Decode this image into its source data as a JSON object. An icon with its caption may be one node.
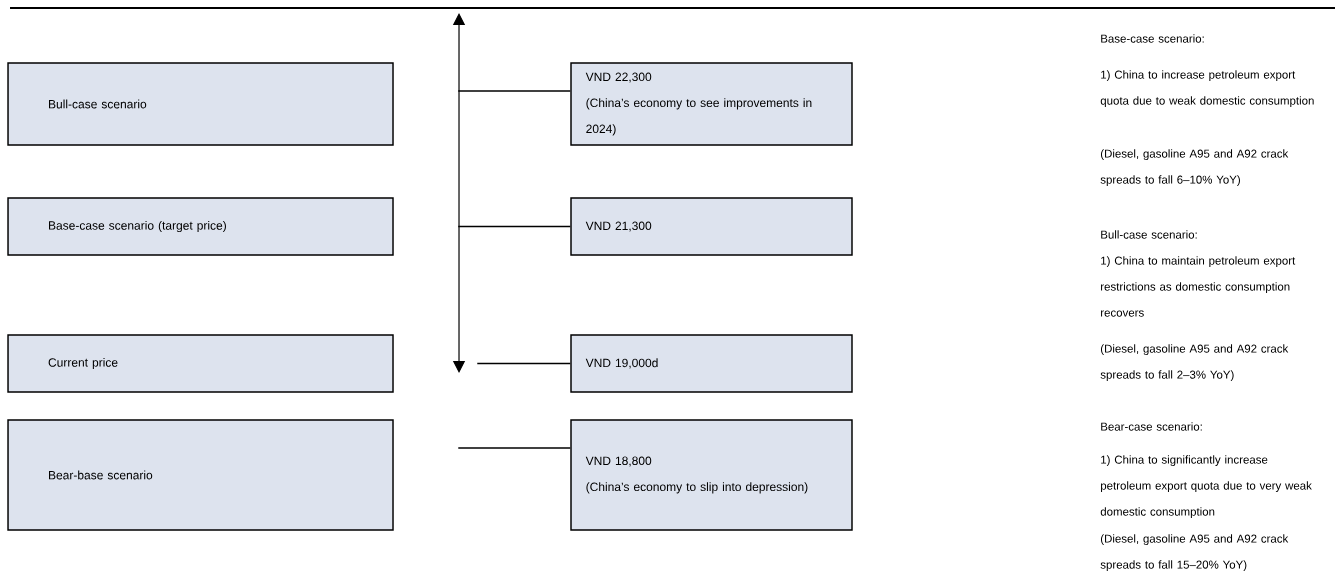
{
  "diagram": {
    "nodes": [
      {
        "text": [
          "Bull-case scenario"
        ]
      },
      {
        "text": [
          "Base-case scenario (target price)"
        ]
      },
      {
        "text": [
          "Current price"
        ]
      },
      {
        "text": [
          "Bear-base scenario"
        ]
      },
      {
        "text": [
          "VND 22,300",
          "(China’s economy to see improvements in 2024)"
        ]
      },
      {
        "text": [
          "VND 21,300"
        ]
      },
      {
        "text": [
          "VND 19,000d"
        ]
      },
      {
        "text": [
          "VND 18,800",
          "(China’s economy to slip into depression)"
        ]
      }
    ],
    "edges": [
      {
        "from": null,
        "to": 4,
        "arrow": "none"
      },
      {
        "from": null,
        "to": 5,
        "arrow": "none"
      },
      {
        "from": null,
        "to": 6,
        "arrow": "none"
      },
      {
        "from": null,
        "to": 7,
        "arrow": "none"
      }
    ],
    "labels": [
      "Base-case scenario:",
      "1) China to increase petroleum export quota due to weak domestic consumption",
      "(Diesel, gasoline A95 and A92 crack spreads to fall 6–10% YoY)",
      "Bull-case scenario:",
      "1) China to maintain petroleum export restrictions as domestic consumption recovers",
      "(Diesel, gasoline A95 and A92 crack spreads to fall 2–3% YoY)",
      "Bear-case scenario:",
      "1) China to significantly increase petroleum export quota due to very weak domestic consumption",
      "(Diesel, gasoline A95 and A92 crack spreads to fall 15–20% YoY)"
    ]
  }
}
